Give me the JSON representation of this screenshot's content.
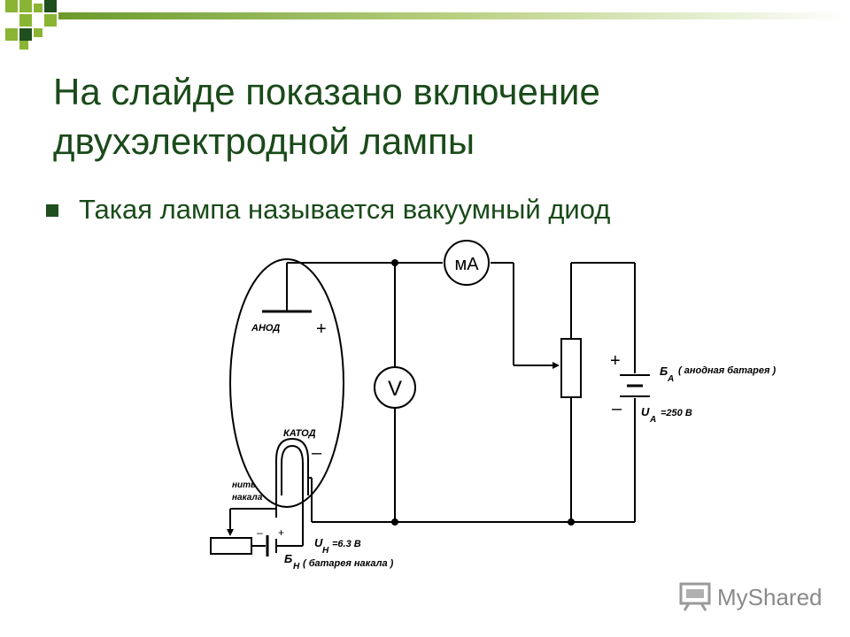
{
  "slide": {
    "title": "На слайде показано включение двухэлектродной лампы",
    "bullets": [
      {
        "text": "Такая лампа называется вакуумный диод"
      }
    ]
  },
  "diagram": {
    "anode_label": "АНОД",
    "plus_sign": "+",
    "cathode_label": "КАТОД",
    "minus_sign": "–",
    "voltmeter_label": "V",
    "milliammeter_label": "мА",
    "filament_label_line1": "нить",
    "filament_label_line2": "накала",
    "anode_battery_label": "Б",
    "anode_battery_subscript": "А",
    "anode_battery_desc": "( анодная батарея )",
    "anode_voltage_label": "U",
    "anode_voltage_subscript": "А",
    "anode_voltage_value": "=250 В",
    "heater_voltage_label": "U",
    "heater_voltage_subscript": "Н",
    "heater_voltage_value": "=6.3 В",
    "heater_battery_label": "Б",
    "heater_battery_subscript": "Н",
    "heater_battery_desc": "( батарея накала )"
  },
  "watermark": {
    "text": "MyShared",
    "icon": "presentation-board-icon"
  },
  "colors": {
    "title": "#1a4a1a",
    "accent_green": "#8ab433",
    "dark_green": "#1f4f1f"
  }
}
